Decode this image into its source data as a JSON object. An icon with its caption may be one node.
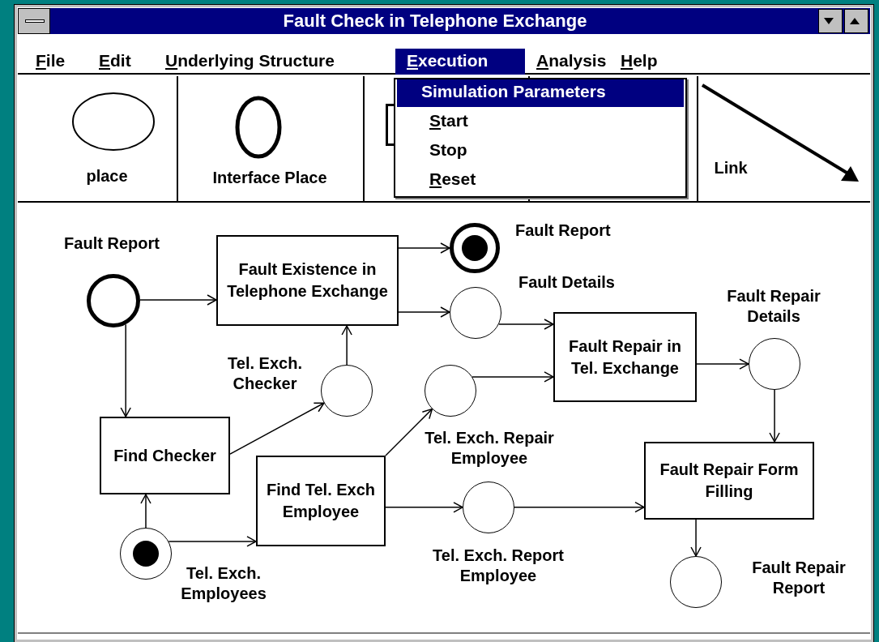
{
  "diagram": {
    "title": "Fault Check in Telephone Exchange",
    "nodes": [
      {
        "text": [],
        "shape": "circle",
        "beside": [
          "Fault Report"
        ]
      },
      {
        "text": [
          "Fault Existence in Telephone Exchange"
        ]
      },
      {
        "text": [],
        "shape": "circle",
        "beside": [
          "Fault Report"
        ]
      },
      {
        "text": [],
        "shape": "circle",
        "beside": [
          "Fault Details"
        ]
      },
      {
        "text": [
          "Fault Repair in Tel. Exchange"
        ]
      },
      {
        "text": [],
        "shape": "circle",
        "beside": [
          "Fault Repair Details"
        ]
      },
      {
        "text": [],
        "shape": "circle",
        "beside": [
          "Tel. Exch. Checker"
        ]
      },
      {
        "text": [],
        "shape": "circle",
        "beside": [
          "Tel. Exch. Repair Employee"
        ]
      },
      {
        "text": [
          "Find Checker"
        ]
      },
      {
        "text": [
          "Find Tel. Exch Employee"
        ]
      },
      {
        "text": [
          "Fault Repair Form Filling"
        ]
      },
      {
        "text": [],
        "shape": "circle",
        "beside": [
          "Tel. Exch. Employees"
        ]
      },
      {
        "text": [],
        "shape": "circle",
        "beside": [
          "Tel. Exch. Report Employee"
        ]
      },
      {
        "text": [],
        "shape": "circle",
        "beside": [
          "Fault Repair Report"
        ]
      }
    ],
    "edges": [
      {
        "from": 0,
        "to": 1,
        "arrow": "to"
      },
      {
        "from": 0,
        "to": 8,
        "arrow": "to"
      },
      {
        "from": 11,
        "to": 8,
        "arrow": "to"
      },
      {
        "from": 11,
        "to": 9,
        "arrow": "to"
      },
      {
        "from": 8,
        "to": 6,
        "arrow": "to"
      },
      {
        "from": 6,
        "to": 1,
        "arrow": "to"
      },
      {
        "from": 1,
        "to": 2,
        "arrow": "to"
      },
      {
        "from": 1,
        "to": 3,
        "arrow": "to"
      },
      {
        "from": 3,
        "to": 4,
        "arrow": "to"
      },
      {
        "from": 9,
        "to": 7,
        "arrow": "to"
      },
      {
        "from": 7,
        "to": 4,
        "arrow": "to"
      },
      {
        "from": 9,
        "to": 12,
        "arrow": "to"
      },
      {
        "from": 12,
        "to": 10,
        "arrow": "to"
      },
      {
        "from": 4,
        "to": 5,
        "arrow": "to"
      },
      {
        "from": 5,
        "to": 10,
        "arrow": "to"
      },
      {
        "from": 10,
        "to": 13,
        "arrow": "to"
      }
    ],
    "labels": [
      "File",
      "Edit",
      "Underlying Structure",
      "Execution",
      "Analysis",
      "Help",
      "Simulation Parameters",
      "Start",
      "Stop",
      "Reset",
      "place",
      "Interface Place",
      "Link"
    ]
  }
}
